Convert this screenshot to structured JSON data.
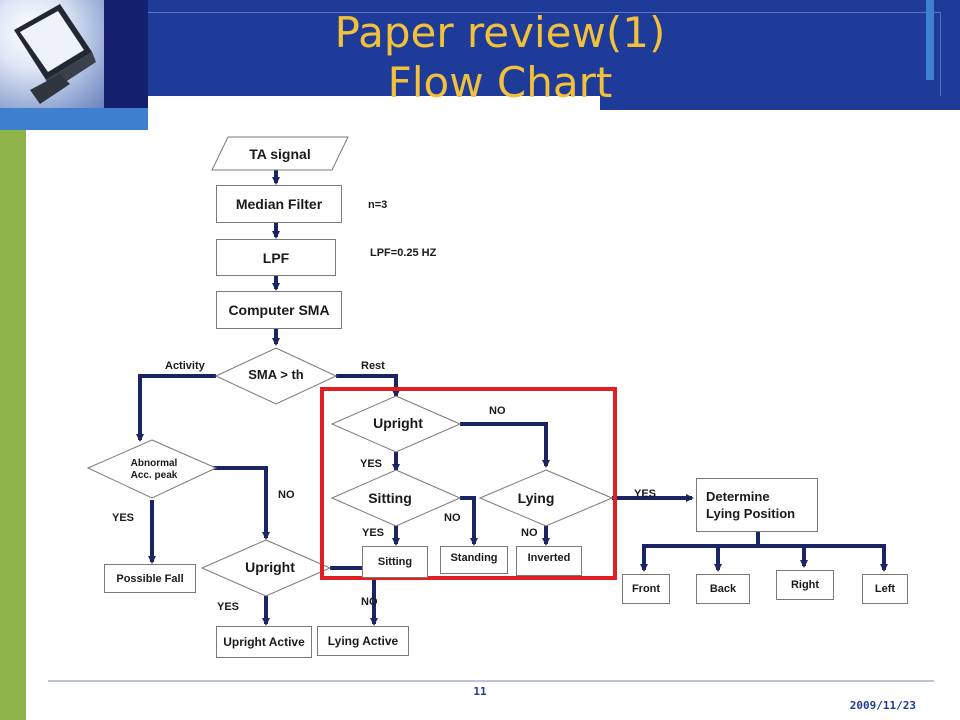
{
  "slide": {
    "title_line1": "Paper review(1)",
    "title_line2": "Flow Chart",
    "page_number": "11",
    "date": "2009/11/23",
    "colors": {
      "header_blue": "#1f3b9a",
      "header_dark": "#141f6e",
      "green_bar": "#8fb44a",
      "accent_blue": "#3e7fd0",
      "title_gold": "#f2c13a",
      "arrow_navy": "#1b2463",
      "highlight_red": "#e02020"
    },
    "icon": "monitor-icon"
  },
  "flow": {
    "input": "TA signal",
    "median_filter": "Median Filter",
    "median_note": "n=3",
    "lpf": "LPF",
    "lpf_note": "LPF=0.25 HZ",
    "sma": "Computer SMA",
    "decision_sma": "SMA > th",
    "activity": "Activity",
    "rest": "Rest",
    "abnormal_line1": "Abnormal",
    "abnormal_line2": "Acc. peak",
    "yes": "YES",
    "no": "NO",
    "possible_fall": "Possible Fall",
    "upright": "Upright",
    "upright_active": "Upright Active",
    "lying_active": "Lying Active",
    "sitting": "Sitting",
    "lying": "Lying",
    "standing": "Standing",
    "inverted": "Inverted",
    "determine_line1": "Determine",
    "determine_line2": "Lying Position",
    "front": "Front",
    "back": "Back",
    "right": "Right",
    "left": "Left"
  }
}
